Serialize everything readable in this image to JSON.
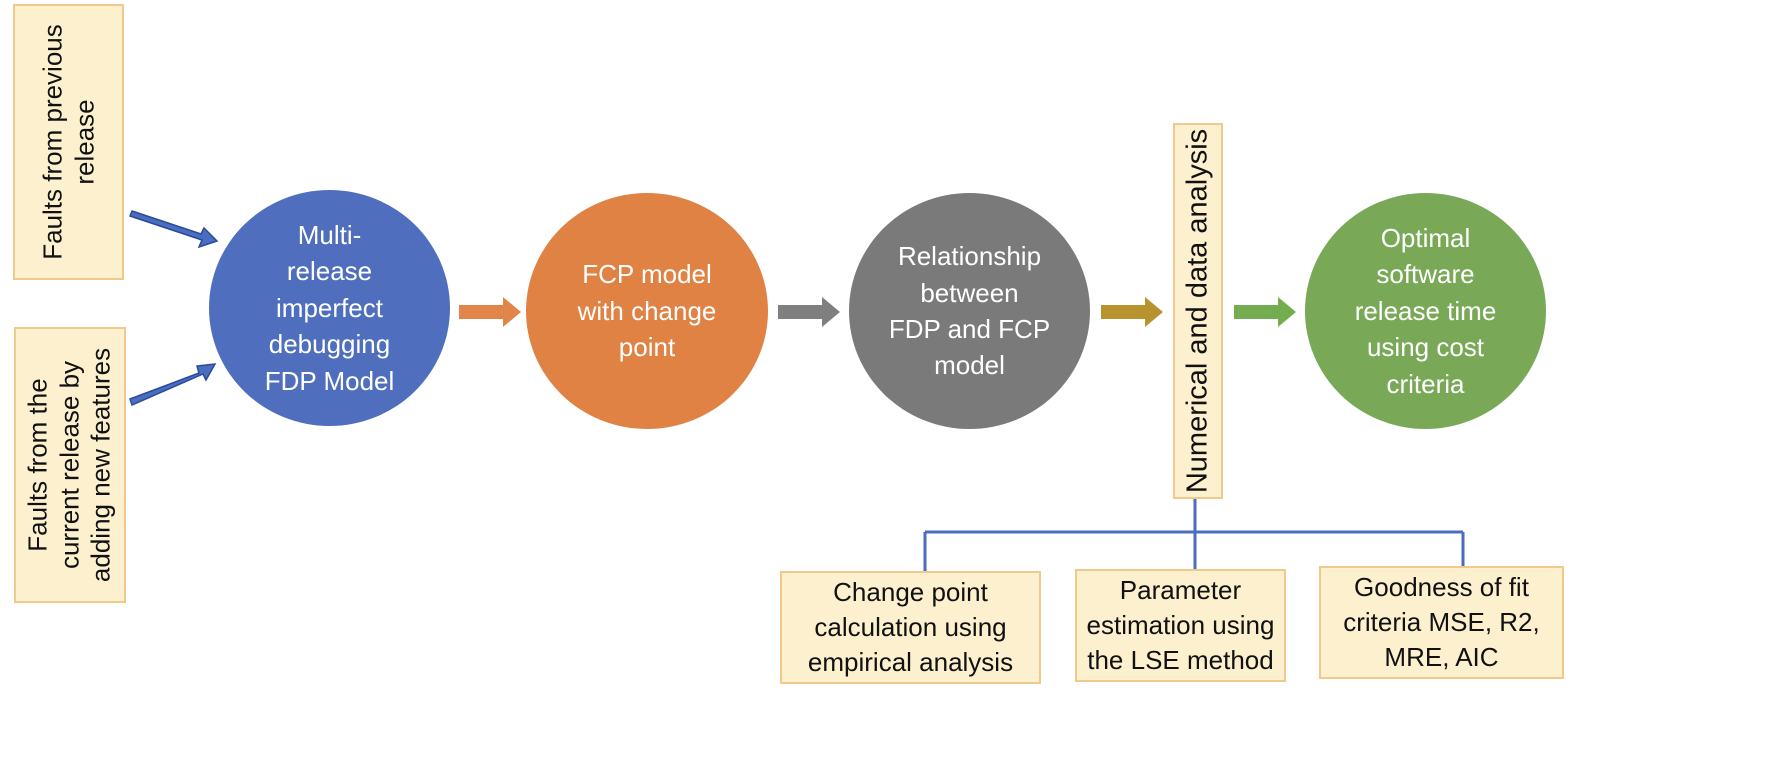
{
  "inputs": {
    "previous_release": "Faults from previous\nrelease",
    "current_release": "Faults from the\ncurrent release by\nadding new features"
  },
  "steps": [
    {
      "label": "Multi-\nrelease\nimperfect\ndebugging\nFDP Model",
      "color": "#4f6fbe"
    },
    {
      "label": "FCP model\nwith change\npoint",
      "color": "#df8244"
    },
    {
      "label": "Relationship\nbetween\nFDP and FCP\nmodel",
      "color": "#7a7a7a"
    },
    {
      "label": "Optimal\nsoftware\nrelease time\nusing cost\ncriteria",
      "color": "#79a957"
    }
  ],
  "analysis": {
    "label": "Numerical and data analysis"
  },
  "sub_tasks": [
    {
      "label": "Change point\ncalculation using\nempirical analysis"
    },
    {
      "label": "Parameter\nestimation using\nthe LSE method"
    },
    {
      "label": "Goodness of fit\ncriteria MSE, R2,\nMRE, AIC"
    }
  ],
  "arrow_colors": {
    "input": "#4a6dc0",
    "to_fcp": "#e2854a",
    "to_relationship": "#7f7f7f",
    "to_analysis": "#b8922c",
    "to_optimal": "#74ac50",
    "tree": "#4a6dc0"
  }
}
